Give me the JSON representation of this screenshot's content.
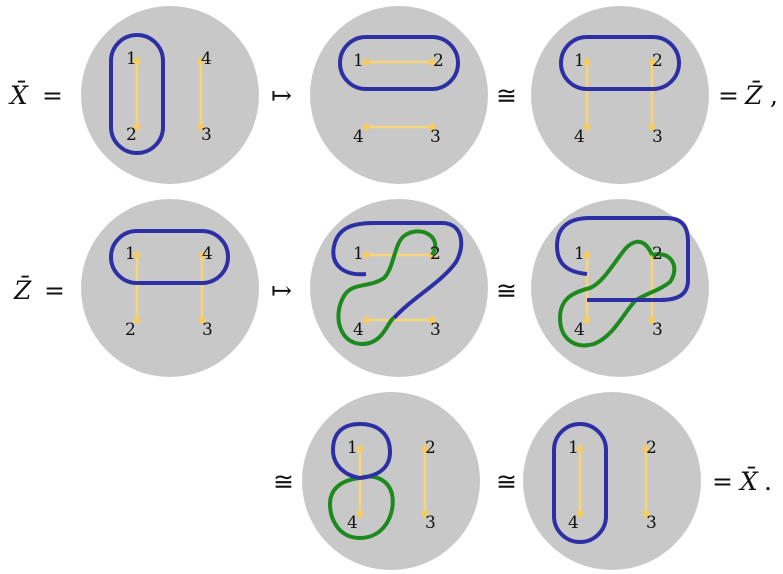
{
  "labels": {
    "x_bar": "X̄",
    "z_bar": "Z̄",
    "equals": "=",
    "maps_to": "↦",
    "iso": "≅",
    "comma": ",",
    "period": "."
  },
  "points": {
    "p1": "1",
    "p2": "2",
    "p3": "3",
    "p4": "4"
  },
  "colors": {
    "disk": "#c8c8c8",
    "chord": "#f7d576",
    "blue_curve": "#2d2fa5",
    "green_curve": "#1c8a1c"
  }
}
